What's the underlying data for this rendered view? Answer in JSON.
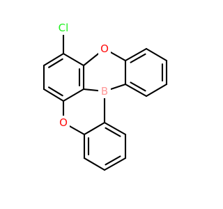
{
  "molecule": {
    "colors": {
      "bond": "#000000",
      "oxygen": "#FF0D0D",
      "boron": "#FF9999",
      "chlorine": "#1FF01F",
      "background": "#FFFFFF"
    },
    "atoms": [
      {
        "id": "cl",
        "element": "Cl",
        "label": "Cl",
        "color": "#1FF01F"
      },
      {
        "id": "o1",
        "element": "O",
        "label": "O",
        "color": "#FF0D0D"
      },
      {
        "id": "b",
        "element": "B",
        "label": "B",
        "color": "#FF9999"
      },
      {
        "id": "o2",
        "element": "O",
        "label": "O",
        "color": "#FF0D0D"
      }
    ]
  }
}
